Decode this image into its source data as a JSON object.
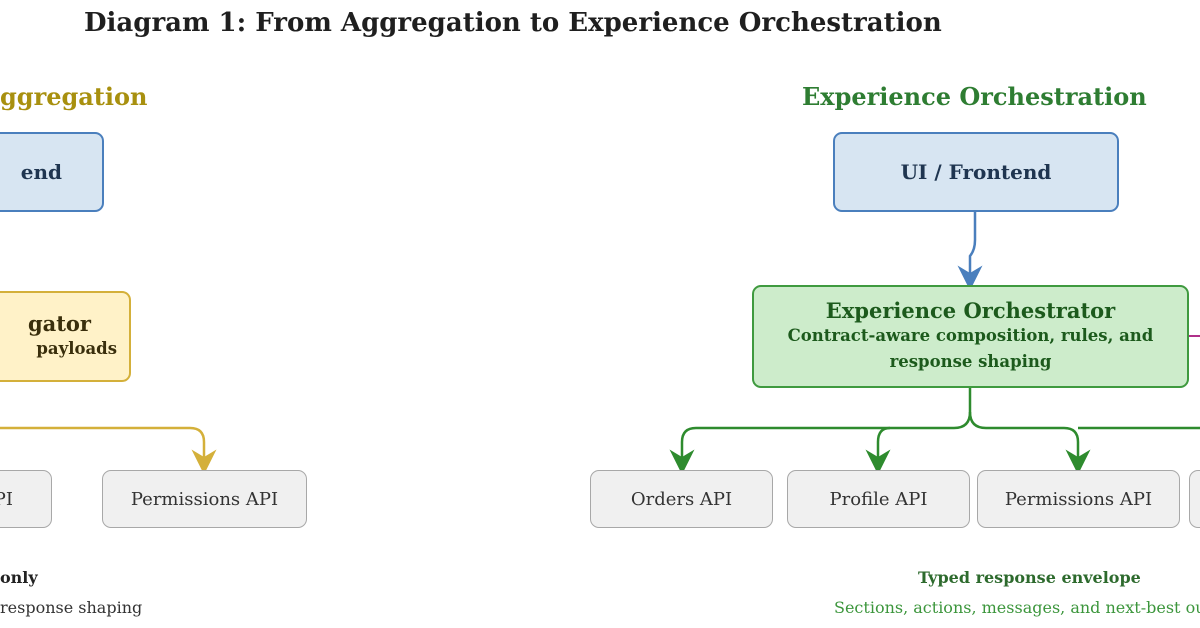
{
  "title": "Diagram 1: From Aggregation to Experience Orchestration",
  "left_panel": {
    "heading": "ggregation",
    "frontend_label": "end",
    "aggregator": {
      "title": "gator",
      "subtitle": "payloads"
    },
    "apis": [
      "PI",
      "Permissions API"
    ],
    "caption_title": "only",
    "caption_text": "response shaping"
  },
  "right_panel": {
    "heading": "Experience Orchestration",
    "frontend_label": "UI / Frontend",
    "orchestrator": {
      "title": "Experience Orchestrator",
      "subtitle_line1": "Contract-aware composition, rules, and",
      "subtitle_line2": "response shaping"
    },
    "apis": [
      "Orders API",
      "Profile API",
      "Permissions API"
    ],
    "caption_title": "Typed response envelope",
    "caption_text": "Sections, actions, messages, and next-best out"
  },
  "colors": {
    "aggregation": "#a8900f",
    "orchestration": "#2e7d32",
    "frontend_arrow": "#4a7fbd",
    "aggregation_arrow": "#d4b03a",
    "orchestration_arrow": "#2e8b2e",
    "side_arrow": "#b0308a"
  }
}
